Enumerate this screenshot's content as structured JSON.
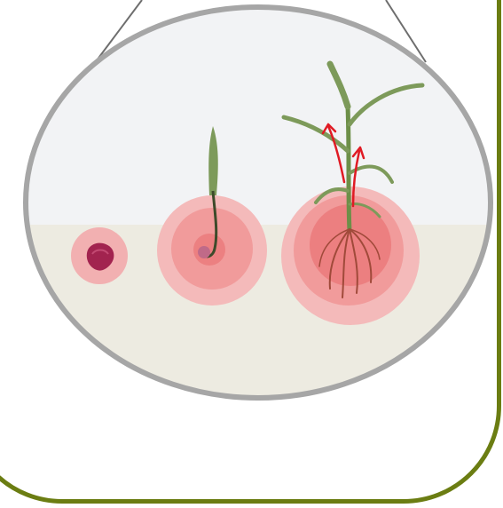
{
  "title": "",
  "colors": {
    "frame_border": "#6b7d12",
    "lens_border": "#a6a6a6",
    "sky": "#f2f3f5",
    "soil": "#edebe1",
    "root_zone_outer": "#f4b6b6",
    "root_zone_mid": "#f29b9b",
    "root_zone_inner": "#ef7f80",
    "arrow": "#e01b24",
    "leaf": "#7d9a5a",
    "seed": "#a2234f"
  },
  "stages": [
    {
      "name": "seed-stage",
      "icon": "seed-icon"
    },
    {
      "name": "sprout-stage",
      "icon": "sprout-icon"
    },
    {
      "name": "seedling-stage",
      "icon": "corn-plant-icon"
    }
  ]
}
